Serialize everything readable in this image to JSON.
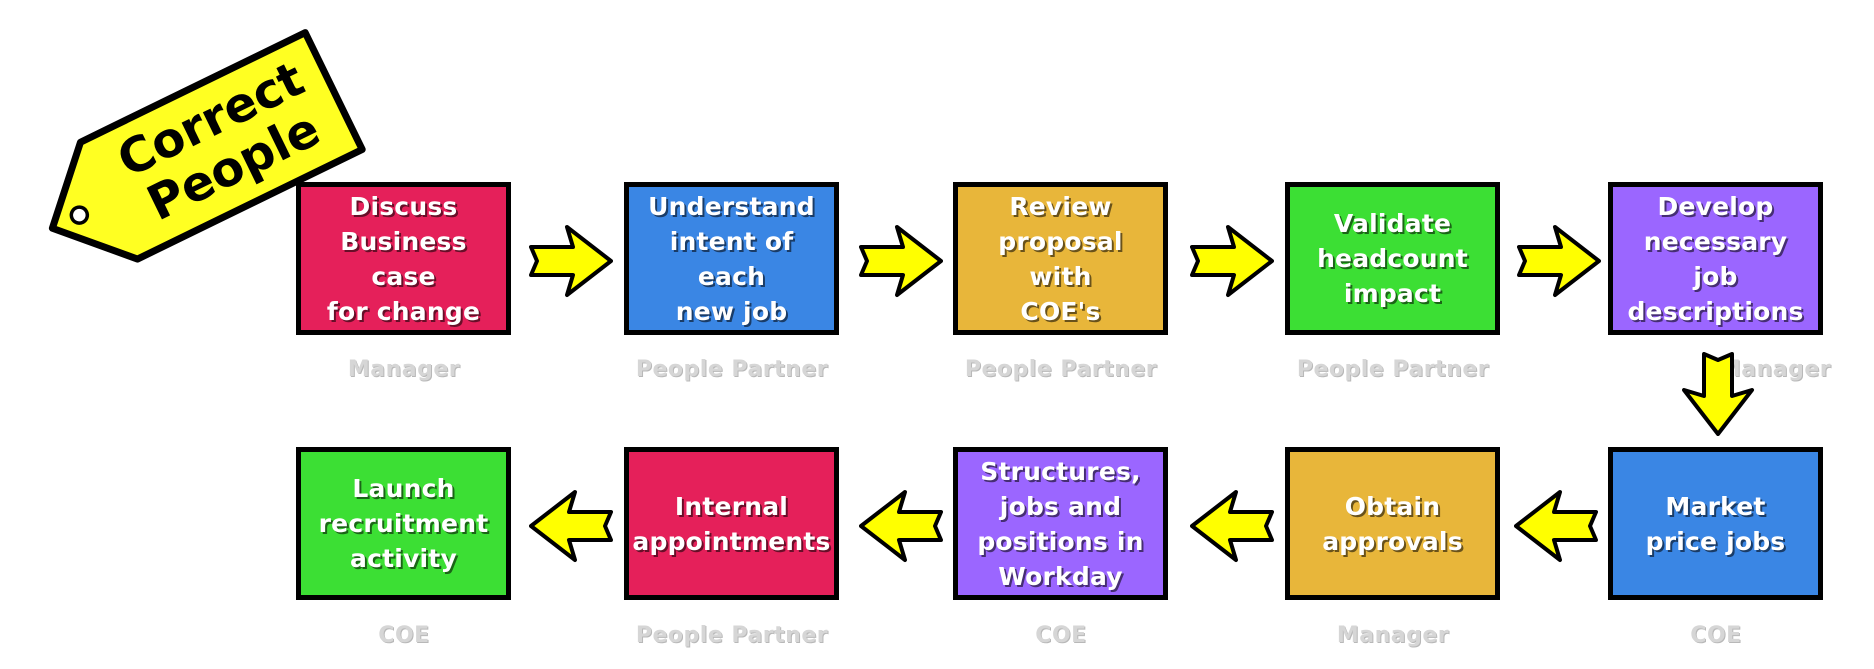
{
  "tag": {
    "line1": "Correct",
    "line2": "People",
    "fill": "#ffff22"
  },
  "colors": {
    "pink": "#e5205a",
    "blue": "#3a86e4",
    "gold": "#e8b63a",
    "green": "#3cdf34",
    "purple": "#9b66ff",
    "arrow": "#ffff00",
    "owner_text": "#d6d6d6"
  },
  "steps": [
    {
      "text": "Discuss\nBusiness case\nfor change",
      "owner": "Manager",
      "color": "#e5205a"
    },
    {
      "text": "Understand\nintent of each\nnew job",
      "owner": "People Partner",
      "color": "#3a86e4"
    },
    {
      "text": "Review\nproposal with\nCOE's",
      "owner": "People Partner",
      "color": "#e8b63a"
    },
    {
      "text": "Validate\nheadcount\nimpact",
      "owner": "People Partner",
      "color": "#3cdf34"
    },
    {
      "text": "Develop\nnecessary\njob\ndescriptions",
      "owner": "Manager",
      "color": "#9b66ff"
    },
    {
      "text": "Market\nprice jobs",
      "owner": "COE",
      "color": "#3a86e4"
    },
    {
      "text": "Obtain\napprovals",
      "owner": "Manager",
      "color": "#e8b63a"
    },
    {
      "text": "Structures,\njobs and\npositions in\nWorkday",
      "owner": "COE",
      "color": "#9b66ff"
    },
    {
      "text": "Internal\nappointments",
      "owner": "People Partner",
      "color": "#e5205a"
    },
    {
      "text": "Launch\nrecruitment\nactivity",
      "owner": "COE",
      "color": "#3cdf34"
    }
  ]
}
